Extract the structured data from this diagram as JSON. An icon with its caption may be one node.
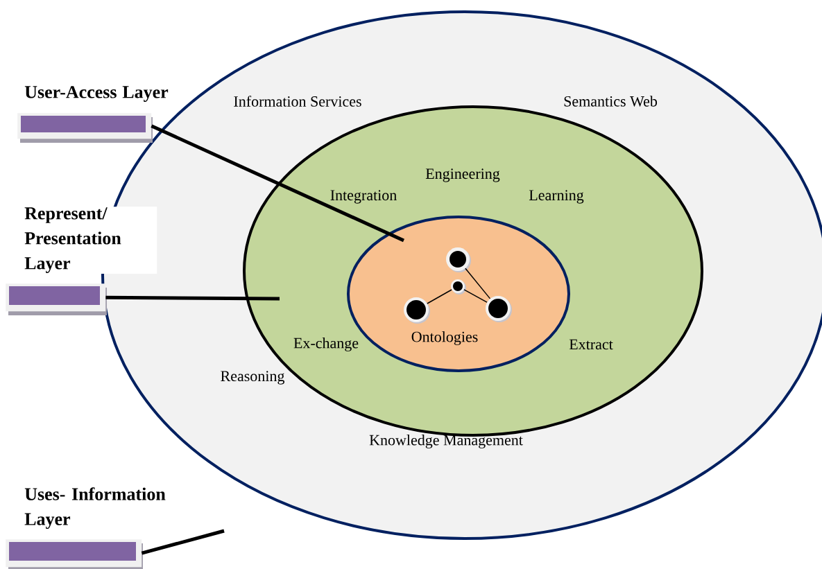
{
  "diagram": {
    "nodes": [
      {
        "text": [
          "User-Access Layer"
        ]
      },
      {
        "text": [
          "Information Services",
          "Semantics Web",
          "Reasoning",
          "Knowledge Management"
        ]
      },
      {
        "text": [
          "Engineering",
          "Integration",
          "Learning",
          "Ex-change",
          "Extract"
        ],
        "in": 1
      },
      {
        "text": [
          "Ontologies"
        ],
        "in": 2
      },
      {
        "text": [],
        "shape": "circle",
        "in": 3
      },
      {
        "text": [],
        "shape": "circle",
        "in": 3
      },
      {
        "text": [],
        "shape": "circle",
        "in": 3
      },
      {
        "text": [],
        "shape": "circle",
        "in": 3
      },
      {
        "text": [
          "Represent/ Presentation Layer"
        ]
      },
      {
        "text": [
          "Uses- Information Layer"
        ]
      }
    ],
    "edges": [
      {
        "from": 0,
        "to": 3,
        "arrow": "none",
        "style": "thick"
      },
      {
        "from": 8,
        "to": 2,
        "arrow": "none",
        "style": "thick"
      },
      {
        "from": 9,
        "to": null,
        "arrow": "none",
        "style": "thick"
      },
      {
        "from": 6,
        "to": 4,
        "arrow": "none"
      },
      {
        "from": 5,
        "to": 7,
        "arrow": "none"
      },
      {
        "from": 6,
        "to": 7,
        "arrow": "none"
      }
    ]
  }
}
